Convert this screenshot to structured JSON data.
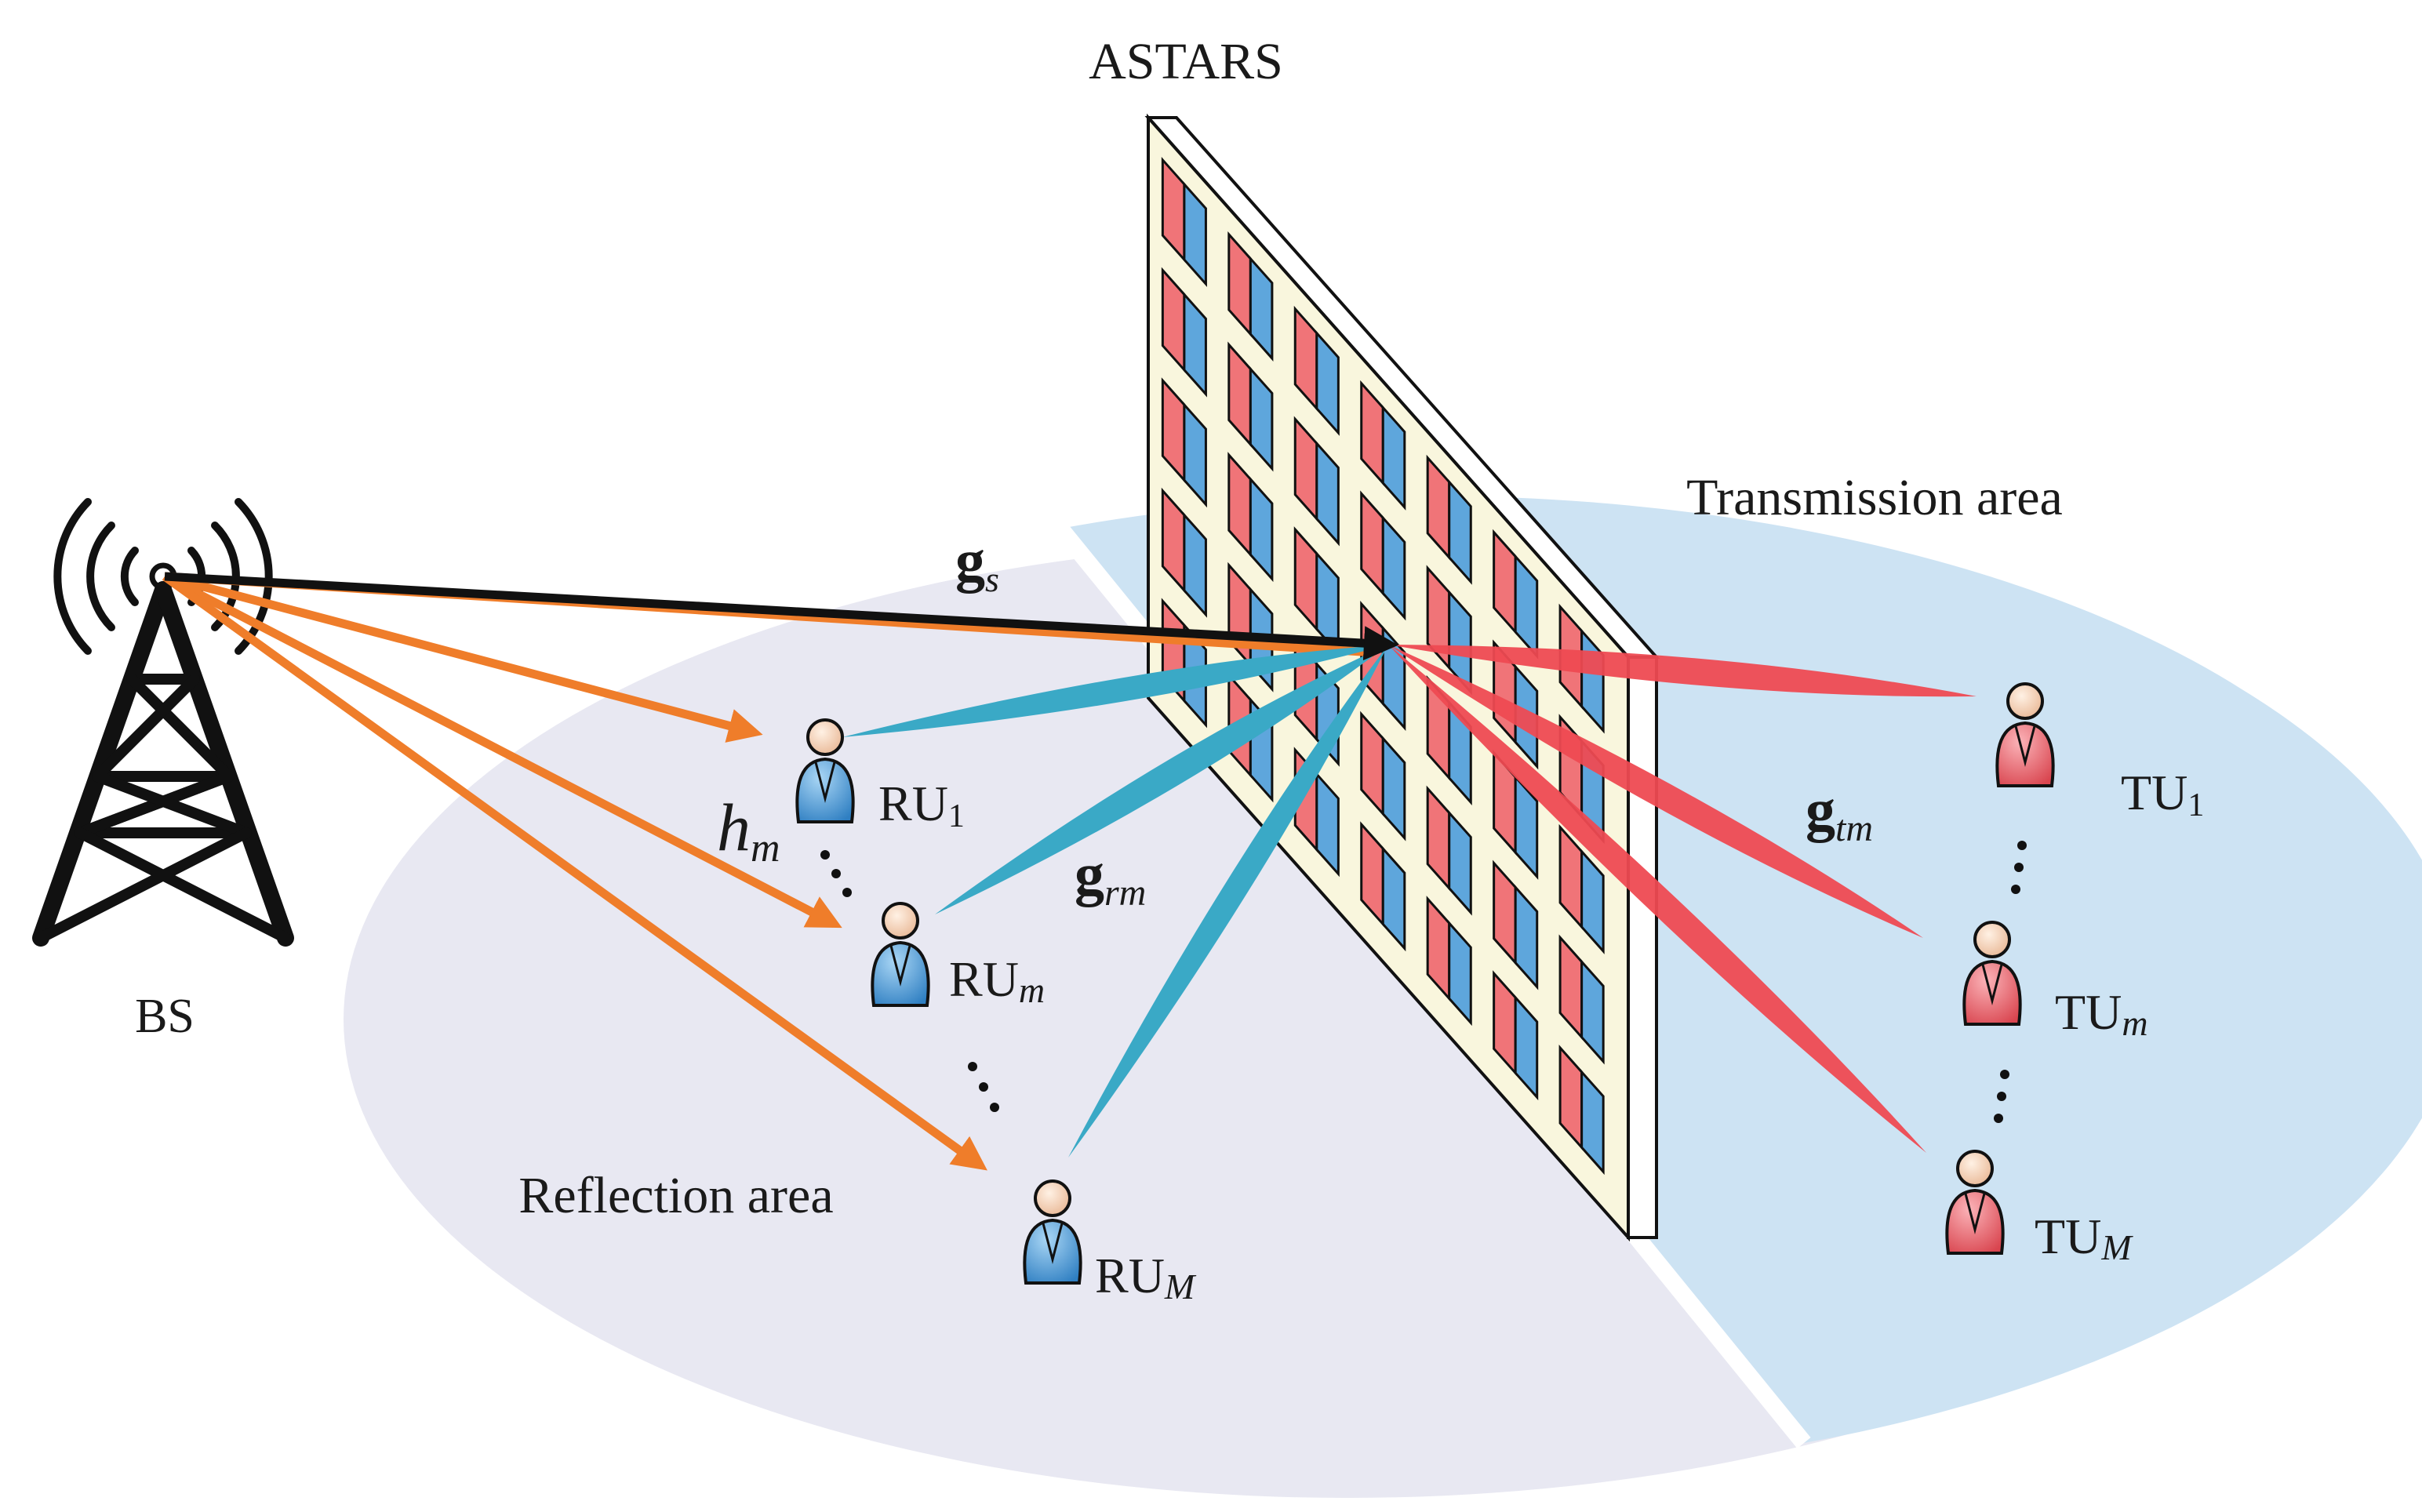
{
  "labels": {
    "astars": "ASTARS",
    "bs": "BS",
    "transmission_area": "Transmission area",
    "reflection_area": "Reflection area"
  },
  "channels": {
    "gs": {
      "base": "g",
      "sub": "s"
    },
    "hm": {
      "base": "h",
      "sub": "m"
    },
    "grm": {
      "base": "g",
      "sub": "rm"
    },
    "gtm": {
      "base": "g",
      "sub": "tm"
    }
  },
  "users": {
    "ru1": {
      "base": "RU",
      "sub": "1"
    },
    "rum": {
      "base": "RU",
      "sub": "m"
    },
    "ruM": {
      "base": "RU",
      "sub": "M"
    },
    "tu1": {
      "base": "TU",
      "sub": "1"
    },
    "tum": {
      "base": "TU",
      "sub": "m"
    },
    "tuM": {
      "base": "TU",
      "sub": "M"
    }
  },
  "colors": {
    "direct_link": "#111111",
    "bs_to_ru": "#ef7d2a",
    "reflection_beam": "#3aa9c6",
    "transmission_beam": "#ee4a52",
    "reflection_area": "#e8e8f2",
    "transmission_area": "#cde3f3",
    "panel": "#f9f6dd",
    "element_red": "#f07478",
    "element_blue": "#5ea6dc",
    "reflect_user": "#4a9bd8",
    "transmit_user": "#ef6a74"
  }
}
